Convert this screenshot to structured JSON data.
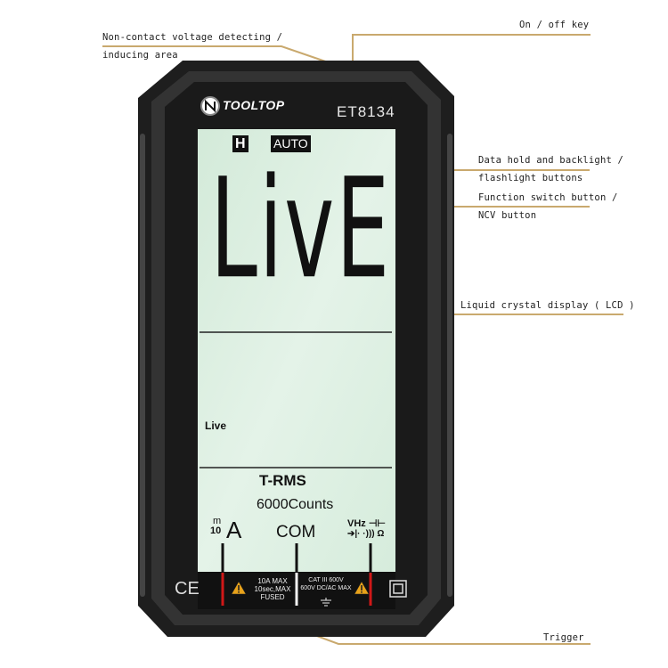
{
  "annotations": {
    "ncv_line1": "Non-contact voltage detecting  /",
    "ncv_line2": "inducing area",
    "on_off": "On / off key",
    "hold_line1": "Data hold and backlight /",
    "hold_line2": "flashlight buttons",
    "function_line1": "Function switch button /",
    "function_line2": "NCV button",
    "lcd": "Liquid crystal display ( LCD )",
    "trigger": "Trigger"
  },
  "device": {
    "brand": "TOOLTOP",
    "model": "ET8134",
    "display": {
      "hold_indicator": "H",
      "auto_indicator": "AUTO",
      "main_reading": "LivE",
      "status_text": "Live",
      "trms": "T-RMS",
      "counts": "6000Counts"
    },
    "terminals": {
      "ma_prefix_top": "m",
      "ma_prefix_bottom": "10",
      "current": "A",
      "com": "COM",
      "voltage_line1": "VHz ⊣⊢",
      "voltage_line2": "➔|· ·))) Ω"
    },
    "ratings": {
      "current_line1": "10A MAX",
      "current_line2": "10sec,MAX",
      "current_line3": "FUSED",
      "voltage_line1": "CAT III 600V",
      "voltage_line2": "600V DC/AC MAX",
      "ce_mark": "CE"
    }
  },
  "colors": {
    "leader": "#c9a96e",
    "lcd": "#dcefe3",
    "body": "#2a2a2a",
    "terminal_red": "#d01818"
  }
}
